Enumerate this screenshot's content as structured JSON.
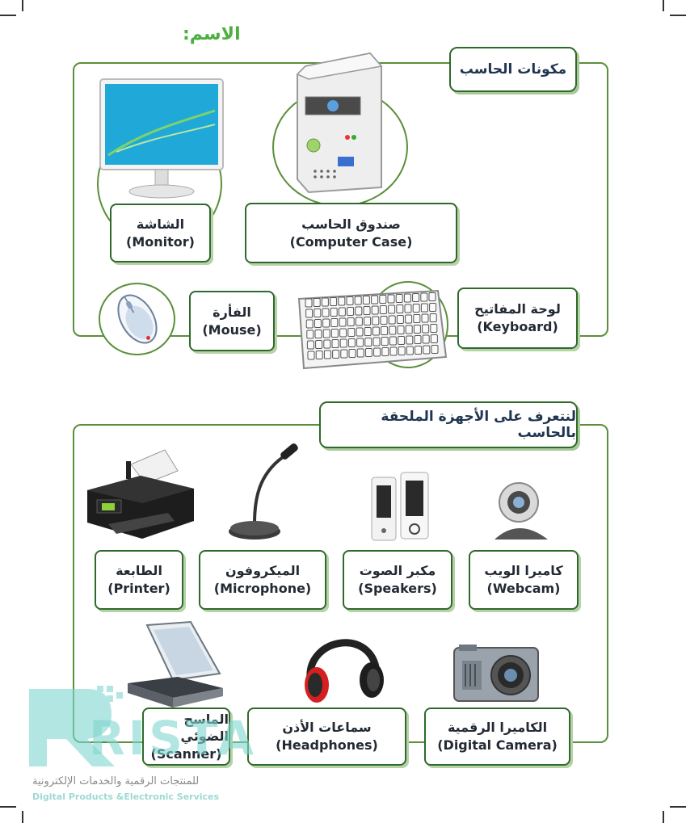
{
  "header": {
    "name_label": "الاسم:"
  },
  "section1": {
    "title": "مكونات الحاسب",
    "items": [
      {
        "ar": "الشاشة",
        "en": "(Monitor)",
        "icon": "monitor-icon"
      },
      {
        "ar": "صندوق الحاسب",
        "en": "(Computer Case)",
        "icon": "computer-case-icon"
      },
      {
        "ar": "الفأرة",
        "en": "(Mouse)",
        "icon": "mouse-icon"
      },
      {
        "ar": "لوحة المفاتيح",
        "en": "(Keyboard)",
        "icon": "keyboard-icon"
      }
    ]
  },
  "section2": {
    "title": "لنتعرف على الأجهزة الملحقة بالحاسب",
    "items": [
      {
        "ar": "الطابعة",
        "en": "(Printer)",
        "icon": "printer-icon"
      },
      {
        "ar": "الميكروفون",
        "en": "(Microphone)",
        "icon": "microphone-icon"
      },
      {
        "ar": "مكبر الصوت",
        "en": "(Speakers)",
        "icon": "speakers-icon"
      },
      {
        "ar": "كاميرا الويب",
        "en": "(Webcam)",
        "icon": "webcam-icon"
      },
      {
        "ar": "الماسح الضوئي",
        "en": "(Scanner)",
        "icon": "scanner-icon"
      },
      {
        "ar": "سماعات الأذن",
        "en": "(Headphones)",
        "icon": "headphones-icon"
      },
      {
        "ar": "الكاميرا الرقمية",
        "en": "(Digital Camera)",
        "icon": "digital-camera-icon"
      }
    ]
  },
  "watermark": {
    "logo_text": "RISTA",
    "line_ar": "للمنتجات الرقمية والخدمات الإلكترونية",
    "line_en": "Digital Products &Electronic Services",
    "color": "#7fd6cf"
  }
}
